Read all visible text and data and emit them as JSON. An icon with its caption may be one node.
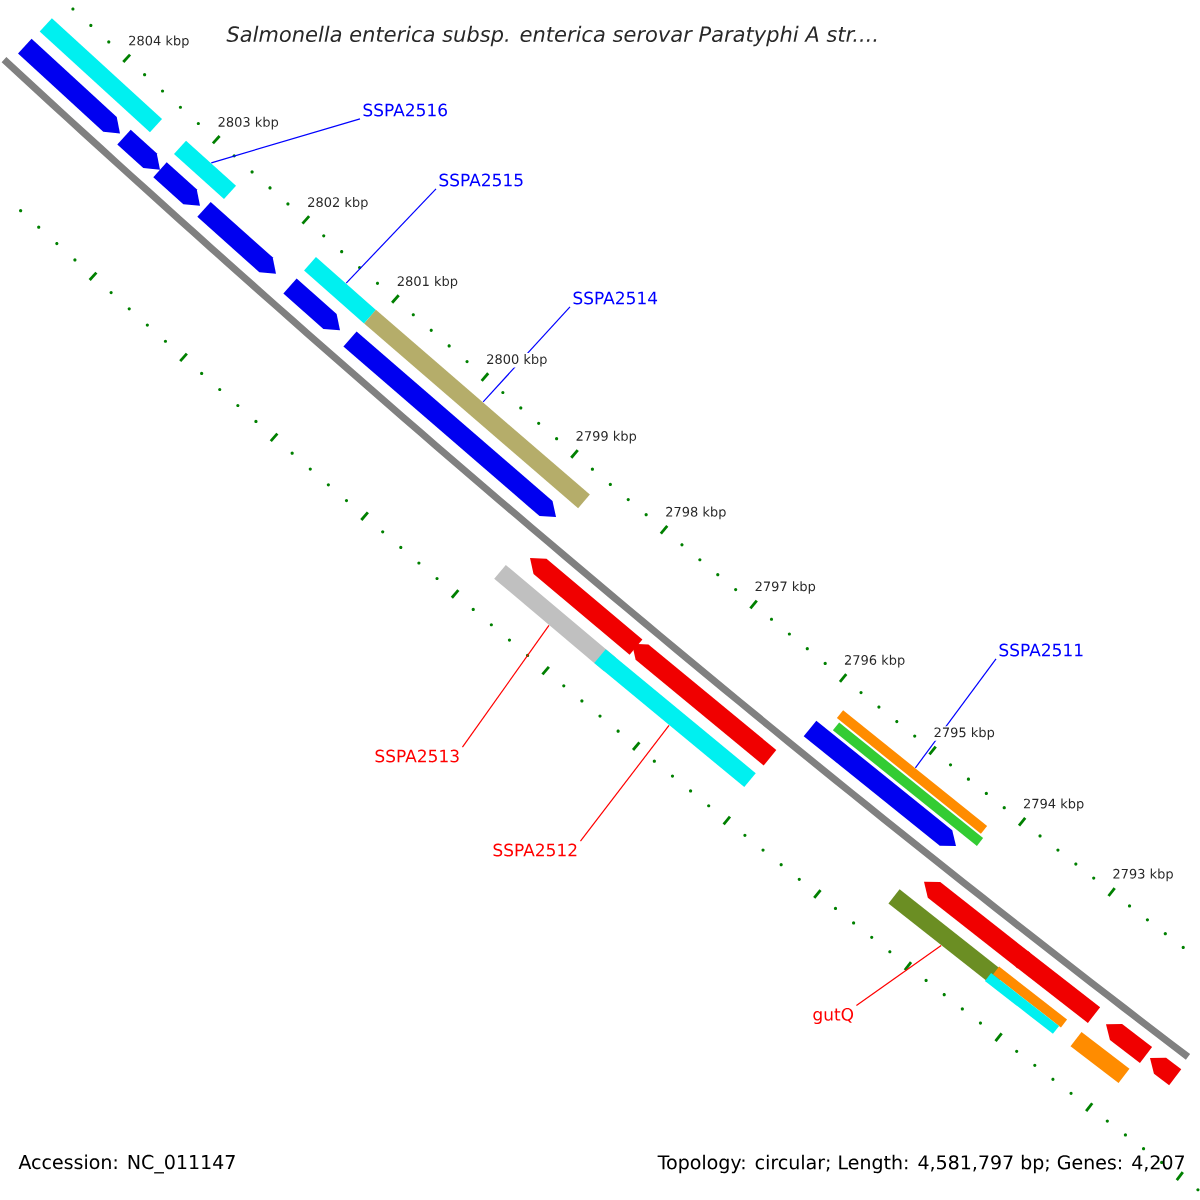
{
  "diagram": {
    "title": "Salmonella enterica subsp. enterica serovar Paratyphi A str....",
    "nodes": [
      {
        "text": [
          "SSPA2516"
        ]
      },
      {
        "text": [],
        "shape": "bar"
      },
      {
        "text": [
          "SSPA2515"
        ]
      },
      {
        "text": [],
        "shape": "bar"
      },
      {
        "text": [
          "SSPA2514"
        ]
      },
      {
        "text": [],
        "shape": "bar"
      },
      {
        "text": [
          "SSPA2511"
        ]
      },
      {
        "text": [],
        "shape": "bar"
      },
      {
        "text": [
          "SSPA2513"
        ]
      },
      {
        "text": [],
        "shape": "bar"
      },
      {
        "text": [
          "SSPA2512"
        ]
      },
      {
        "text": [],
        "shape": "bar"
      },
      {
        "text": [
          "gutQ"
        ]
      },
      {
        "text": [],
        "shape": "bar"
      },
      {
        "text": [],
        "shape": "bar"
      },
      {
        "text": [],
        "shape": "bar"
      }
    ],
    "edges": [
      {
        "from": 0,
        "to": 1,
        "arrow": "none"
      },
      {
        "from": 2,
        "to": 3,
        "arrow": "none"
      },
      {
        "from": 4,
        "to": 5,
        "arrow": "none"
      },
      {
        "from": 6,
        "to": 7,
        "arrow": "none"
      },
      {
        "from": 8,
        "to": 9,
        "arrow": "none",
        "color": "#ff0000"
      },
      {
        "from": 10,
        "to": 11,
        "arrow": "none",
        "color": "#ff0000"
      },
      {
        "from": 12,
        "to": 13,
        "arrow": "none",
        "color": "#ff0000"
      }
    ],
    "labels": [
      "2804 kbp",
      "2803 kbp",
      "2802 kbp",
      "2801 kbp",
      "2800 kbp",
      "2799 kbp",
      "2798 kbp",
      "2797 kbp",
      "2796 kbp",
      "2795 kbp",
      "2794 kbp",
      "2793 kbp",
      "Accession: NC_011147",
      "Topology: circular; Length: 4,581,797 bp; Genes: 4,207"
    ]
  }
}
